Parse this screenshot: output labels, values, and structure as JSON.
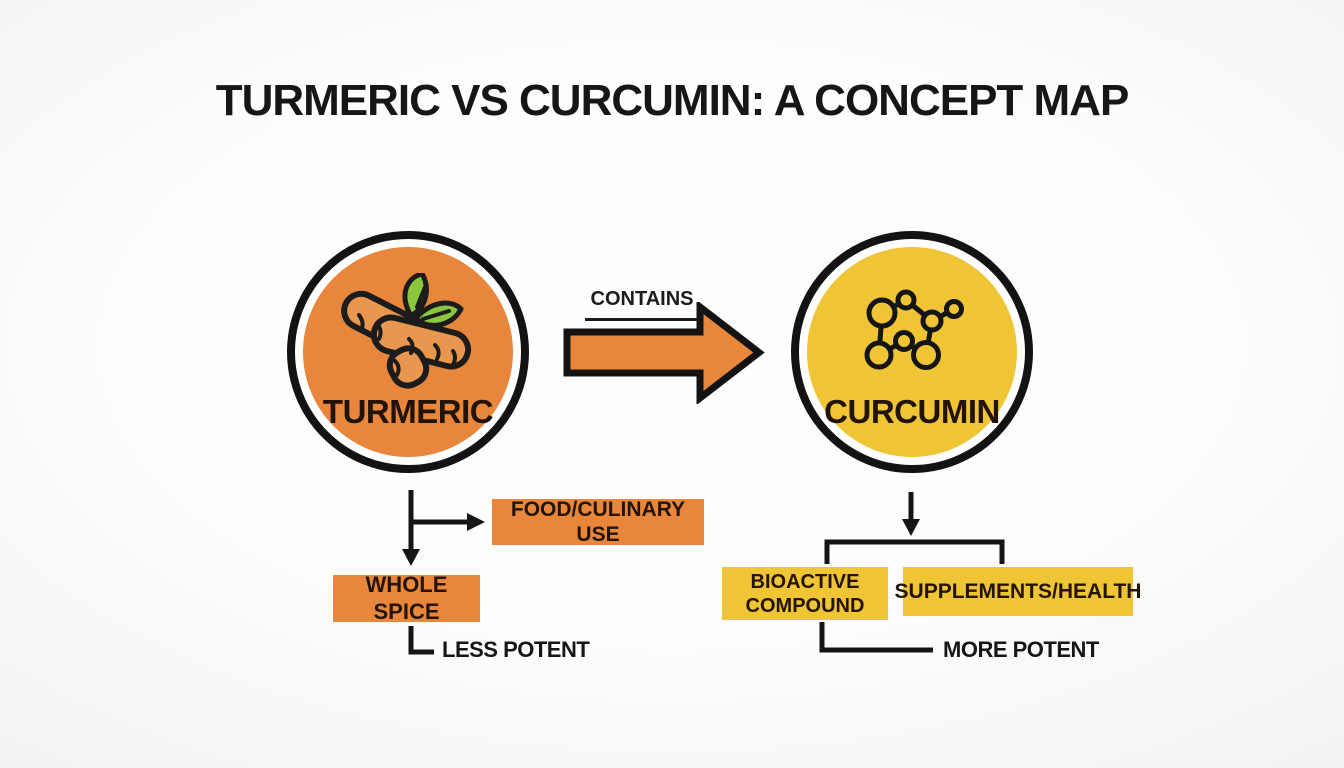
{
  "title": "TURMERIC VS CURCUMIN: A CONCEPT MAP",
  "nodes": {
    "turmeric": {
      "label": "TURMERIC",
      "icon": "turmeric-root-icon",
      "fill": "#E8873C"
    },
    "curcumin": {
      "label": "CURCUMIN",
      "icon": "molecule-icon",
      "fill": "#EFC435"
    }
  },
  "relation": {
    "label": "CONTAINS",
    "arrow_color": "#E8873C"
  },
  "turmeric_branch": {
    "food_box": "FOOD/CULINARY USE",
    "whole_spice_box": "WHOLE SPICE",
    "note": "LESS POTENT"
  },
  "curcumin_branch": {
    "bioactive_box": "BIOACTIVE COMPOUND",
    "supplements_box": "SUPPLEMENTS/HEALTH",
    "note": "MORE POTENT"
  },
  "colors": {
    "orange": "#E8873C",
    "yellow": "#EFC435",
    "outline": "#141414",
    "leaf_green": "#8CC63E",
    "root_fill": "#E9964E",
    "box_text": "#241405",
    "title_text": "#161616"
  }
}
